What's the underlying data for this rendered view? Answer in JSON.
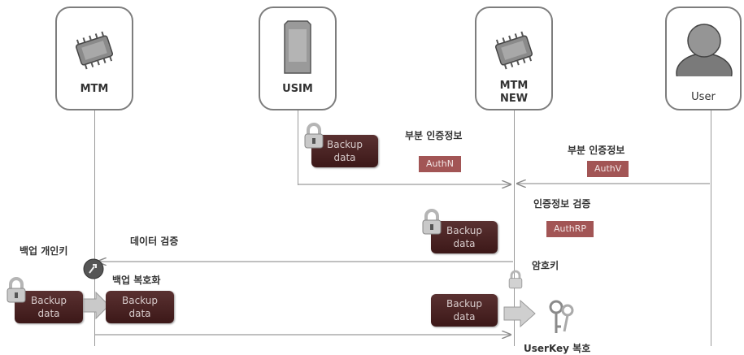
{
  "entities": {
    "mtm": "MTM",
    "usim": "USIM",
    "mtm_new_line1": "MTM",
    "mtm_new_line2": "NEW",
    "user": "User"
  },
  "blocks": {
    "backup_line1": "Backup",
    "backup_line2": "data"
  },
  "tags": {
    "auth_n": "AuthN",
    "auth_v": "AuthV",
    "auth_rp": "AuthRP"
  },
  "labels": {
    "partial_auth_info_1": "부분 인증정보",
    "partial_auth_info_2": "부분 인증정보",
    "auth_info_verify": "인증정보 검증",
    "data_verify": "데이터 검증",
    "backup_private_key": "백업 개인키",
    "backup_decrypt": "백업 복호화",
    "encryption_key": "암호키",
    "userkey_restore": "UserKey 복호"
  }
}
